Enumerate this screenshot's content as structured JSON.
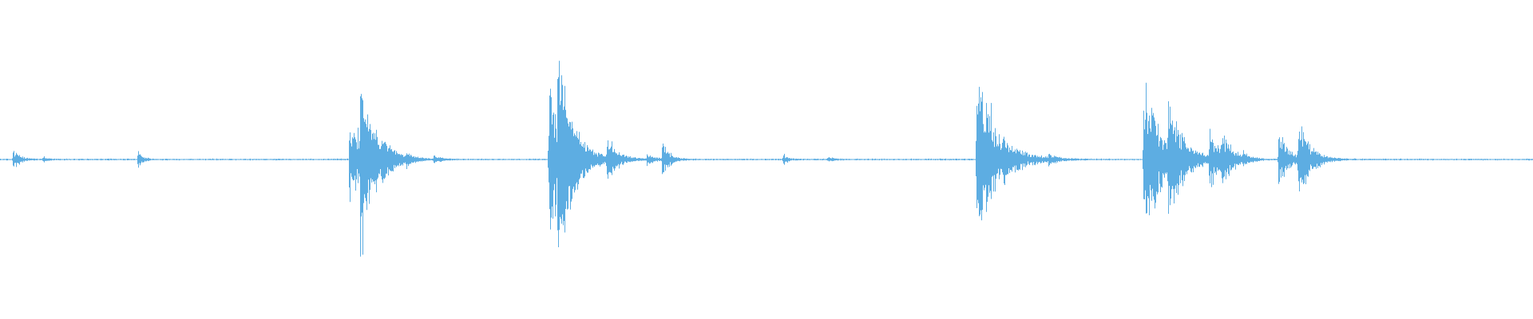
{
  "waveform": {
    "color": "#5DADE2",
    "background": "#FFFFFF",
    "baseline_amplitude": 0.006,
    "events": [
      {
        "t": 0.0085,
        "peak": 0.1,
        "decay": 0.004
      },
      {
        "t": 0.028,
        "peak": 0.03,
        "decay": 0.003
      },
      {
        "t": 0.09,
        "peak": 0.08,
        "decay": 0.003
      },
      {
        "t": 0.228,
        "peak": 0.5,
        "decay": 0.01
      },
      {
        "t": 0.235,
        "peak": 0.72,
        "decay": 0.008
      },
      {
        "t": 0.249,
        "peak": 0.12,
        "decay": 0.006
      },
      {
        "t": 0.265,
        "peak": 0.06,
        "decay": 0.004
      },
      {
        "t": 0.283,
        "peak": 0.04,
        "decay": 0.004
      },
      {
        "t": 0.358,
        "peak": 0.83,
        "decay": 0.01
      },
      {
        "t": 0.364,
        "peak": 0.85,
        "decay": 0.008
      },
      {
        "t": 0.396,
        "peak": 0.22,
        "decay": 0.006
      },
      {
        "t": 0.422,
        "peak": 0.06,
        "decay": 0.004
      },
      {
        "t": 0.432,
        "peak": 0.2,
        "decay": 0.004
      },
      {
        "t": 0.511,
        "peak": 0.05,
        "decay": 0.003
      },
      {
        "t": 0.54,
        "peak": 0.03,
        "decay": 0.003
      },
      {
        "t": 0.637,
        "peak": 1.0,
        "decay": 0.012
      },
      {
        "t": 0.684,
        "peak": 0.06,
        "decay": 0.004
      },
      {
        "t": 0.746,
        "peak": 0.8,
        "decay": 0.012
      },
      {
        "t": 0.762,
        "peak": 0.5,
        "decay": 0.008
      },
      {
        "t": 0.789,
        "peak": 0.28,
        "decay": 0.006
      },
      {
        "t": 0.797,
        "peak": 0.25,
        "decay": 0.006
      },
      {
        "t": 0.811,
        "peak": 0.05,
        "decay": 0.004
      },
      {
        "t": 0.834,
        "peak": 0.3,
        "decay": 0.006
      },
      {
        "t": 0.847,
        "peak": 0.4,
        "decay": 0.007
      }
    ]
  }
}
